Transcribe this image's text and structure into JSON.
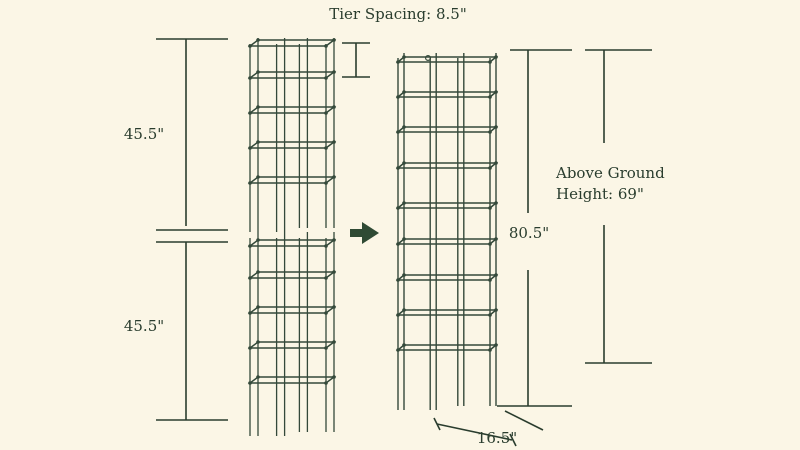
{
  "labels": {
    "tier_spacing": "Tier Spacing: 8.5\"",
    "upper_height": "45.5\"",
    "lower_height": "45.5\"",
    "total_height": "80.5\"",
    "above_ground_line1": "Above Ground",
    "above_ground_line2": "Height: 69\"",
    "width": "16.5\""
  },
  "colors": {
    "background": "#fbf6e6",
    "ink": "#2a3d2e",
    "wire": "#34493a",
    "arrow": "#2f4a34"
  },
  "icons": {
    "arrow": "arrow-right-icon"
  }
}
